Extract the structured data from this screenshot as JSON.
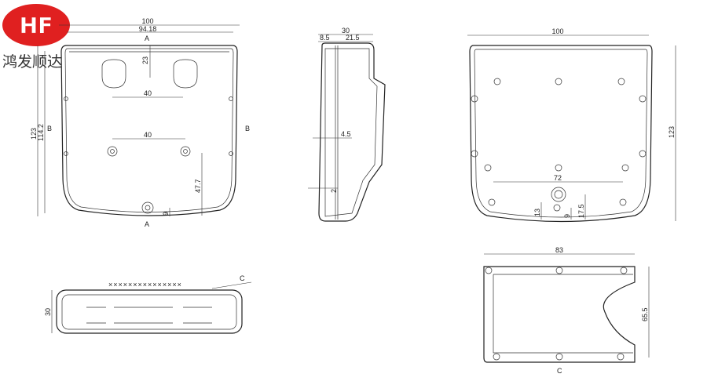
{
  "brand": {
    "logo_text": "HF",
    "name": "鸿发顺达",
    "logo_color": "#e02020"
  },
  "front_view": {
    "width": "100",
    "inner_width": "94.18",
    "slot_offset": "23",
    "slot_spacing": "40",
    "hole_spacing": "40",
    "height": "123",
    "inner_height": "114.2",
    "hole_height": "47.7",
    "bottom_offset": "9",
    "section_a": "A",
    "section_b": "B"
  },
  "side_view": {
    "depth": "30",
    "depth_a": "8.5",
    "depth_b": "21.5",
    "wall": "4.5",
    "gap": "2"
  },
  "back_view": {
    "width": "100",
    "height": "123",
    "hole_spacing": "72",
    "offset_a": "13",
    "offset_b": "9",
    "offset_c": "17.5"
  },
  "section_view": {
    "depth": "30",
    "label": "C"
  },
  "cover_plate": {
    "width": "83",
    "height": "65.5",
    "label": "C"
  }
}
